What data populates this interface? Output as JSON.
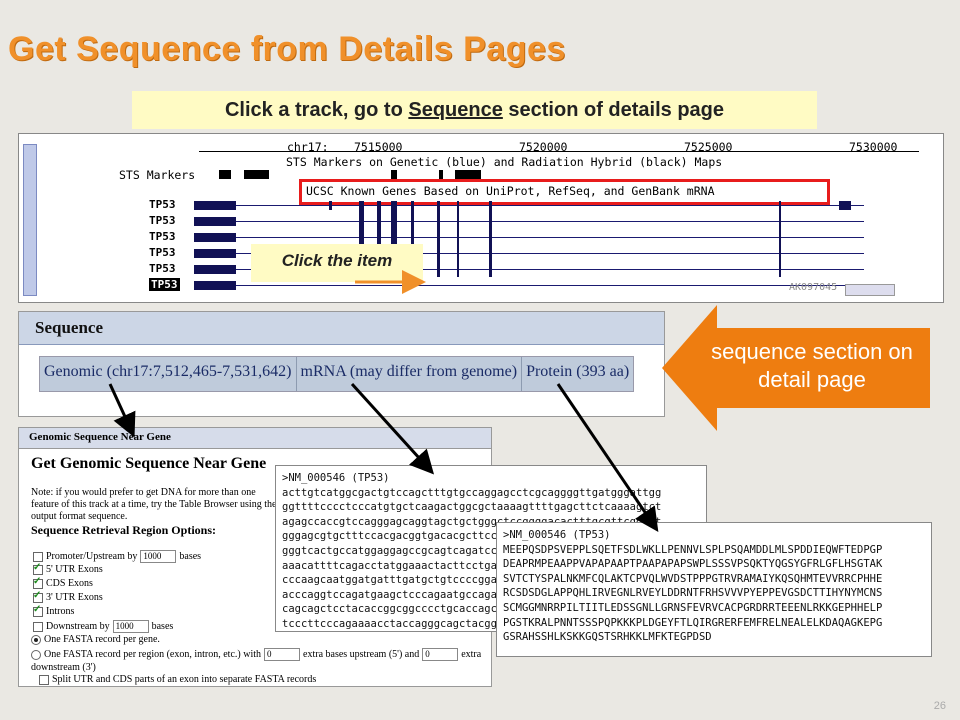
{
  "slide": {
    "title": "Get Sequence from Details Pages",
    "subtitle_pre": "Click a track, go to ",
    "subtitle_link": "Sequence",
    "subtitle_post": " section of details page",
    "page_number": "26"
  },
  "browser": {
    "chrom": "chr17:",
    "positions": [
      "7515000",
      "7520000",
      "7525000",
      "7530000"
    ],
    "sts_header": "STS Markers on Genetic (blue) and Radiation Hybrid (black) Maps",
    "sts_label": "STS Markers",
    "known_genes_header": "UCSC Known Genes Based on UniProt, RefSeq, and GenBank mRNA",
    "gene_labels": [
      "TP53",
      "TP53",
      "TP53",
      "TP53",
      "TP53",
      "TP53"
    ],
    "bottom_label": "AK097045",
    "click_callout": "Click the item"
  },
  "sequence_panel": {
    "title": "Sequence",
    "links": [
      "Genomic (chr17:7,512,465-7,531,642)",
      "mRNA (may differ from genome)",
      "Protein (393 aa)"
    ],
    "callout": "sequence section on detail page"
  },
  "genomic_page": {
    "bar_title": "Genomic Sequence Near Gene",
    "heading": "Get Genomic Sequence Near Gene",
    "note": "Note: if you would prefer to get DNA for more than one feature of this track at a time, try the Table Browser using the output format sequence.",
    "options_title": "Sequence Retrieval Region Options:",
    "promoter_label": "Promoter/Upstream by",
    "promoter_value": "1000",
    "bases": "bases",
    "utr5": "5' UTR Exons",
    "cds": "CDS Exons",
    "utr3": "3' UTR Exons",
    "introns": "Introns",
    "downstream_label": "Downstream by",
    "downstream_value": "1000",
    "one_per_gene": "One FASTA record per gene.",
    "one_per_region": "One FASTA record per region (exon, intron, etc.) with",
    "extra_up_value": "0",
    "extra_up": "extra bases upstream (5') and",
    "extra_down_value": "0",
    "extra_down": "extra",
    "downstream_3": "downstream (3')",
    "split_label": "Split UTR and CDS parts of an exon into separate FASTA records"
  },
  "mrna": {
    "header": ">NM_000546 (TP53)",
    "lines": [
      "acttgtcatggcgactgtccagctttgtgccaggagcctcgcaggggttgatgggattgg",
      "ggttttcccctcccatgtgctcaagactggcgctaaaagttttgagcttctcaaaagtct",
      "agagccaccgtccagggagcaggtagctgctgggctccggggacactttgcgttcgggct",
      "gggagcgtgctttccacgacggtgacacgcttccctggattggcagccagactgccttcc",
      "gggtcactgccatggaggagccgcagtcagatcctagcgtcgagccccctctgagtcagg",
      "aaacattttcagacctatggaaactacttcctgaaaacaacgttctgtcccccttgccgt",
      "cccaagcaatggatgatttgatgctgtccccggacgatattgaacaatggttcactgaag",
      "acccaggtccagatgaagctcccagaatgccagaggctgctccccgcgtggcccctgcac",
      "cagcagctcctacaccggcggcccctgcaccagccccctcctggcccctgtcatcttctg",
      "tcccttcccagaaaacctaccagggcagctacggtttccgtctgggcttcttgcattctg"
    ]
  },
  "protein": {
    "header": ">NM_000546 (TP53)",
    "lines": [
      "MEEPQSDPSVEPPLSQETFSDLWKLLPENNVLSPLPSQAMDDLMLSPDDIEQWFTEDPGP",
      "DEAPRMPEAAPPVAPAPAAPTPAAPAPAPSWPLSSSVPSQKTYQGSYGFRLGFLHSGTAK",
      "SVTCTYSPALNKMFCQLAKTCPVQLWVDSTPPPGTRVRAMAIYKQSQHMTEVVRRCPHHE",
      "RCSDSDGLAPPQHLIRVEGNLRVEYLDDRNTFRHSVVVPYEPPEVGSDCTTIHYNYMCNS",
      "SCMGGMNRRPILTIITLEDSSGNLLGRNSFEVRVCACPGRDRRTEEENLRKKGEPHHELP",
      "PGSTKRALPNNTSSSPQPKKKPLDGEYFTLQIRGRERFEMFRELNEALELKDAQAGKEPG",
      "GSRAHSSHLKSKKGQSTSRHKKLMFKTEGPDSD"
    ]
  },
  "colors": {
    "title_orange": "#f0902a",
    "callout_orange": "#ee7d10",
    "highlight_yellow": "#fffbc4",
    "box_red": "#e81c1c"
  }
}
